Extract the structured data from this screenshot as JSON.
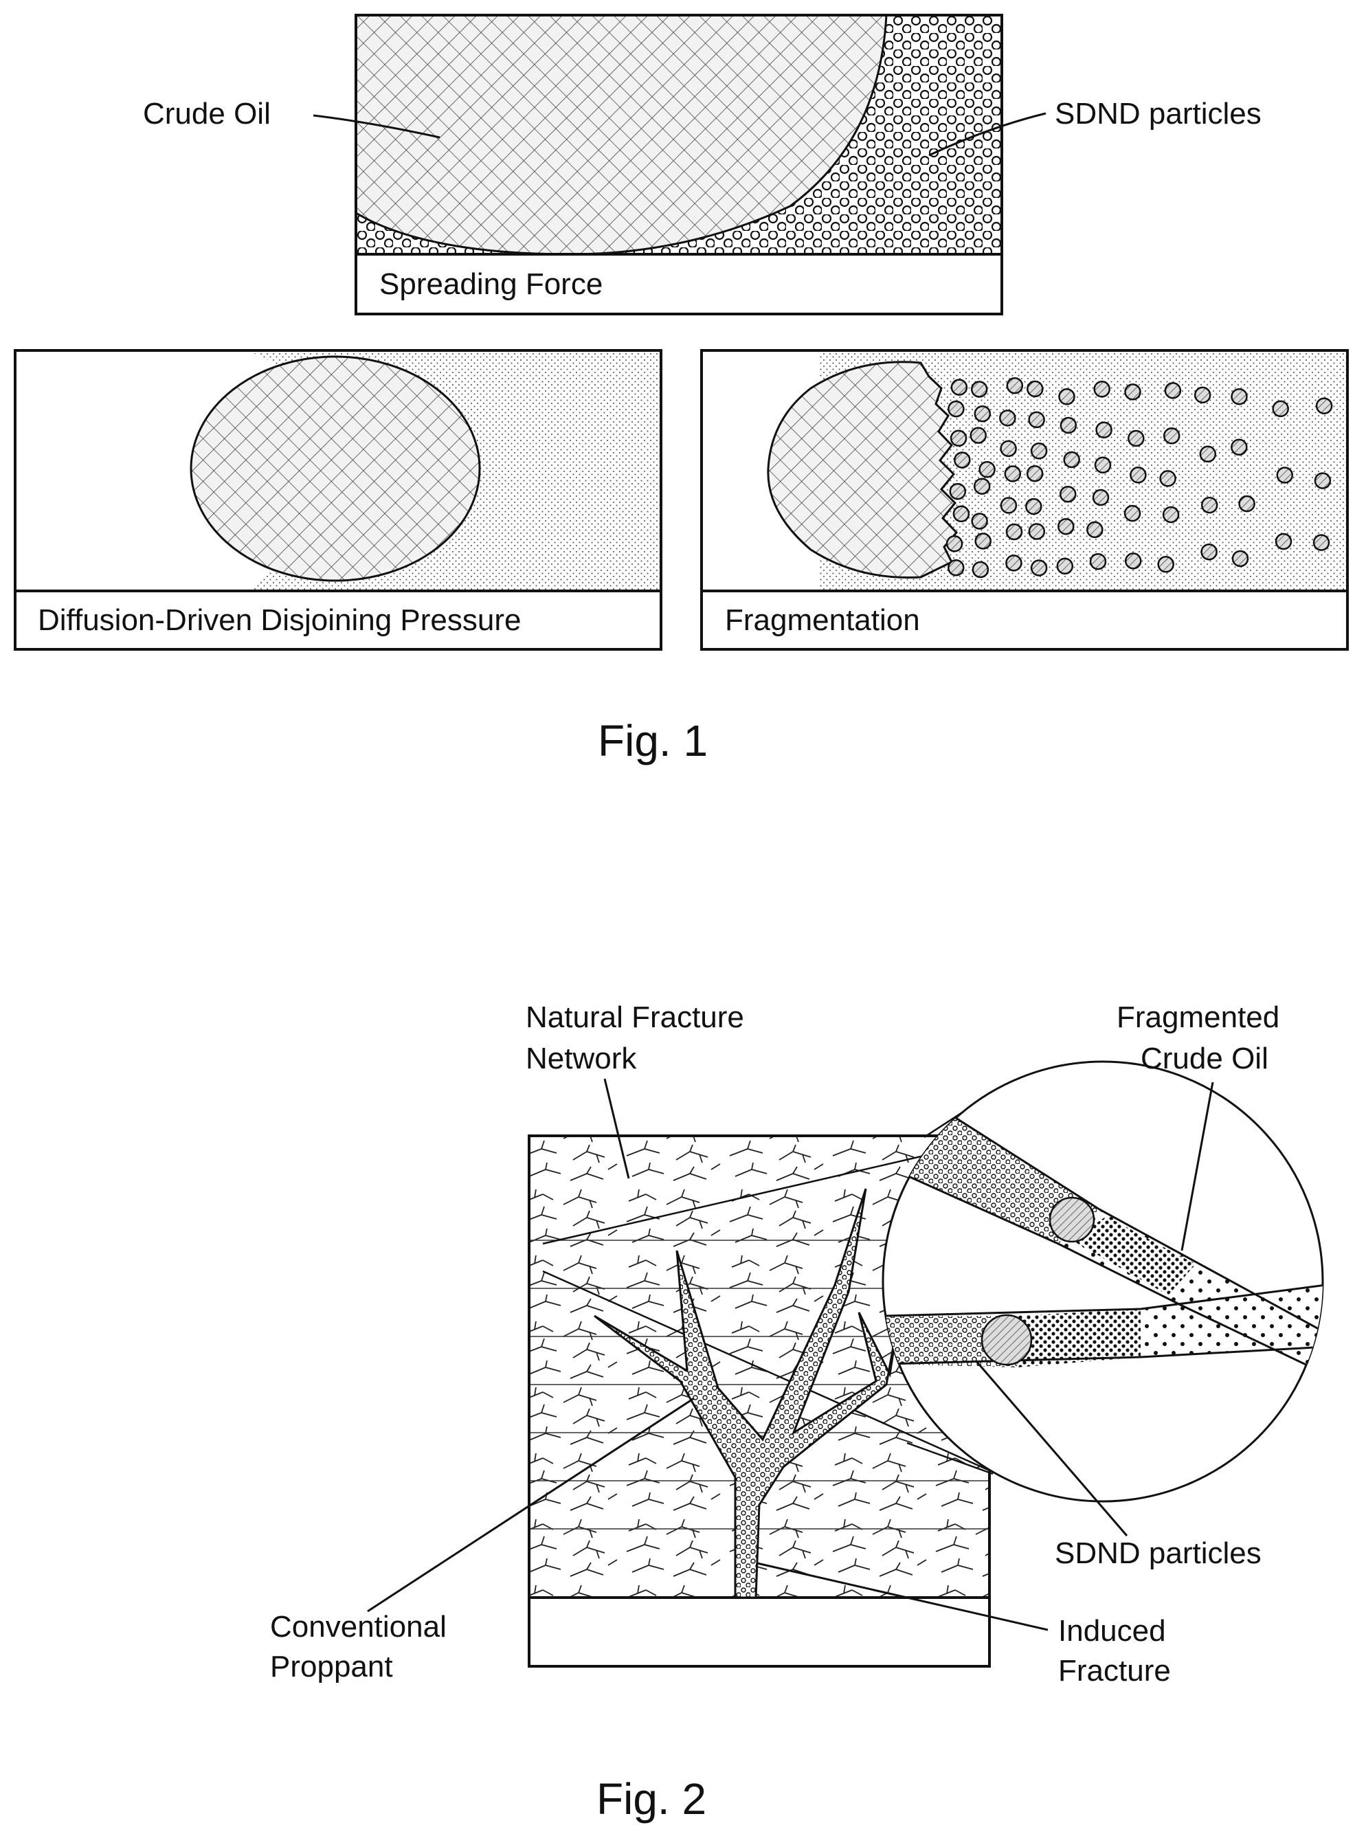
{
  "fig1": {
    "caption": "Fig. 1",
    "panel_a": {
      "label": "Spreading Force",
      "callout_oil": "Crude Oil",
      "callout_particles": "SDND particles"
    },
    "panel_b": {
      "label": "Diffusion-Driven Disjoining Pressure"
    },
    "panel_c": {
      "label": "Fragmentation"
    }
  },
  "fig2": {
    "caption": "Fig. 2",
    "callouts": {
      "natural_fracture_1": "Natural Fracture",
      "natural_fracture_2": "Network",
      "fragmented_1": "Fragmented",
      "fragmented_2": "Crude Oil",
      "sdnd": "SDND particles",
      "conventional_1": "Conventional",
      "conventional_2": "Proppant",
      "induced_1": "Induced",
      "induced_2": "Fracture"
    }
  },
  "colors": {
    "ink": "#111111",
    "background": "#ffffff"
  }
}
